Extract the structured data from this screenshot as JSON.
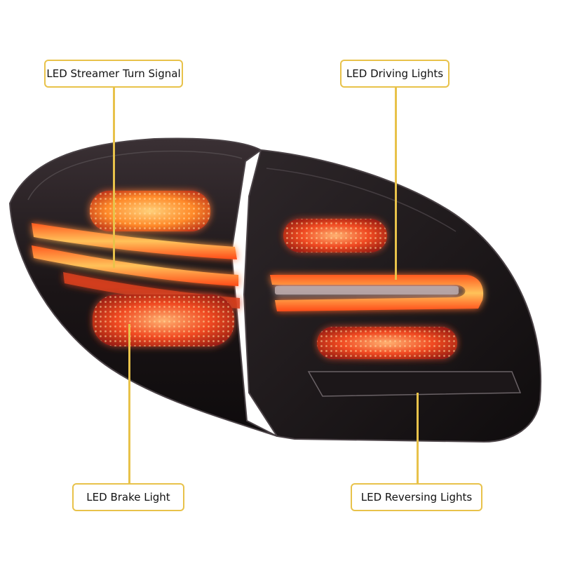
{
  "callouts": {
    "streamer_turn_signal": "LED Streamer Turn Signal",
    "driving_lights": "LED Driving Lights",
    "brake_light": "LED Brake Light",
    "reversing_lights": "LED Reversing Lights"
  },
  "colors": {
    "callout_border": "#e8c24a",
    "lamp_housing": "#1a1416",
    "lamp_glow": "#ff6a1a",
    "amber_glow": "#ffb347"
  }
}
